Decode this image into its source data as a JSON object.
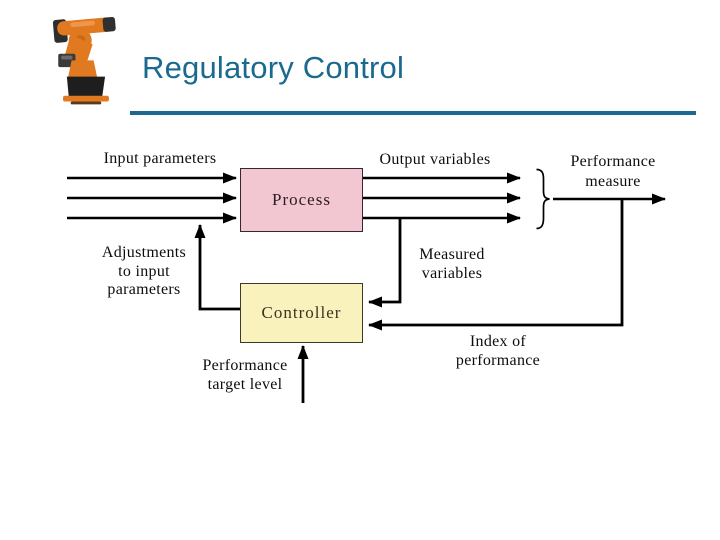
{
  "slide": {
    "title": "Regulatory Control"
  },
  "colors": {
    "title_blue": "#1A6A8F",
    "rule_blue": "#1A6A8F",
    "process_box_fill": "#F2C7D2",
    "controller_box_fill": "#F9F2BC",
    "diagram_line": "#000000",
    "robot_orange": "#E0791F"
  },
  "icons": {
    "robot": "industrial-robot-arm-image"
  },
  "diagram": {
    "process_label": "Process",
    "controller_label": "Controller",
    "input_label": "Input parameters",
    "output_label": "Output variables",
    "performance_measure": [
      "Performance",
      "measure"
    ],
    "adjustments": [
      "Adjustments",
      "to input",
      "parameters"
    ],
    "measured_variables": [
      "Measured",
      "variables"
    ],
    "performance_target": [
      "Performance",
      "target level"
    ],
    "index_of_performance": [
      "Index of",
      "performance"
    ]
  }
}
